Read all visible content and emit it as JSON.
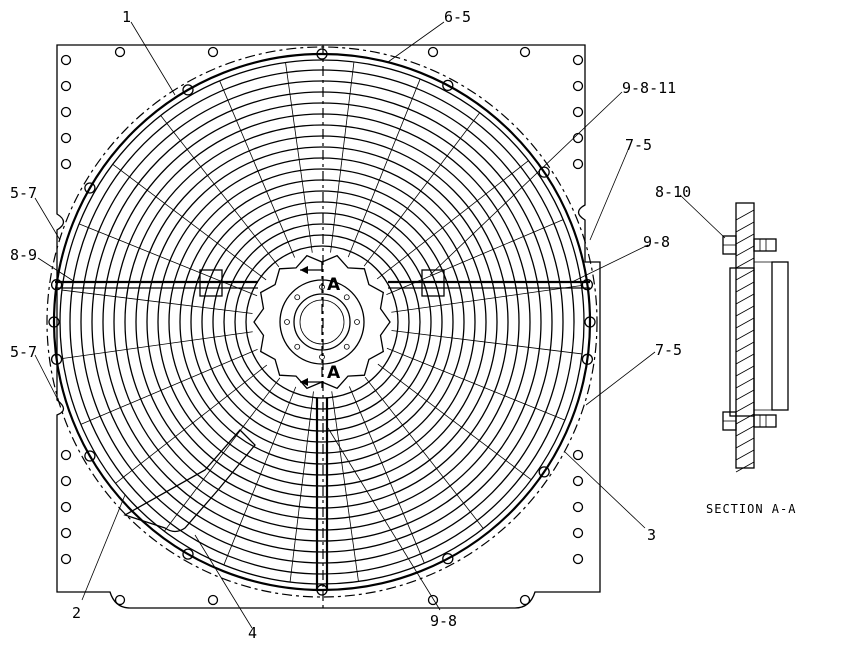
{
  "callouts": {
    "c1": "1",
    "c6_5": "6-5",
    "c9_8_11": "9-8-11",
    "c7_5_top": "7-5",
    "c5_7_top": "5-7",
    "c8_9": "8-9",
    "c9_8_right": "9-8",
    "c5_7_bottom": "5-7",
    "c7_5_bottom": "7-5",
    "c3": "3",
    "c2": "2",
    "c4": "4",
    "c9_8_bottom": "9-8",
    "c8_10": "8-10"
  },
  "section_marker_top": "A",
  "section_marker_bottom": "A",
  "section_title": "SECTION A-A"
}
